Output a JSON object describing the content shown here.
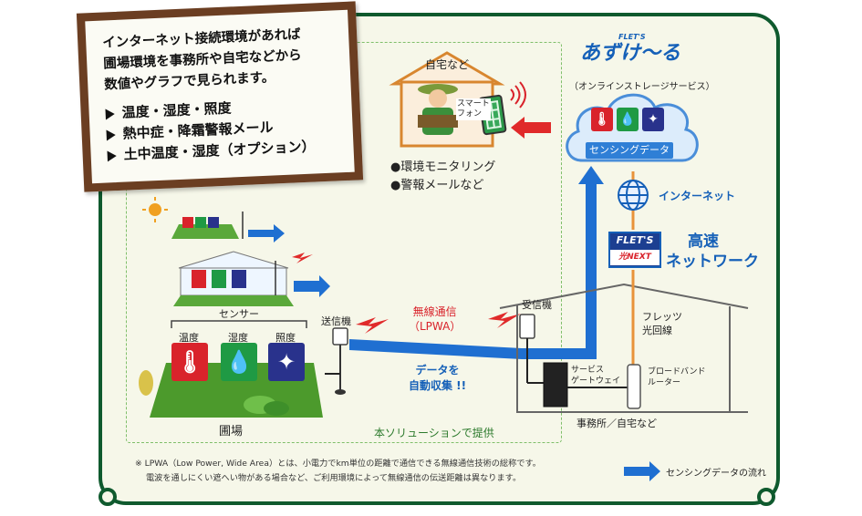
{
  "note": {
    "intro_lines": [
      "インターネット接続環境があれば",
      "圃場環境を事務所や自宅などから",
      "数値やグラフで見られます。"
    ],
    "bullets": [
      "温度・湿度・照度",
      "熱中症・降霜警報メール",
      "土中温度・湿度（オプション）"
    ]
  },
  "home": {
    "title": "自宅など",
    "phone_label": [
      "スマート",
      "フォン"
    ],
    "features": [
      "●環境モニタリング",
      "●警報メールなど"
    ]
  },
  "cloud": {
    "brand_small": "FLET'S",
    "brand": "あずけ～る",
    "subtitle": "（オンラインストレージサービス）",
    "caption": "センシングデータ"
  },
  "internet_label": "インターネット",
  "network": {
    "logo_top": "FLET'S",
    "logo_bottom": "光NEXT",
    "title_line1": "高速",
    "title_line2": "ネットワーク"
  },
  "office": {
    "receiver": "受信機",
    "fiber": [
      "フレッツ",
      "光回線"
    ],
    "gateway": [
      "サービス",
      "ゲートウェイ"
    ],
    "router": [
      "ブロードバンド",
      "ルーター"
    ],
    "caption": "事務所／自宅など"
  },
  "field": {
    "sensor_caption": "センサー",
    "sensors": [
      {
        "label": "温度",
        "icon": "thermometer-icon",
        "color": "#d9232b"
      },
      {
        "label": "湿度",
        "icon": "droplet-icon",
        "color": "#1f9a44"
      },
      {
        "label": "照度",
        "icon": "sparkle-icon",
        "color": "#29328c"
      }
    ],
    "transmitter": "送信機",
    "caption": "圃場"
  },
  "wireless": {
    "line1": "無線通信",
    "line2": "（LPWA）"
  },
  "auto_collect": {
    "line1": "データを",
    "line2": "自動収集 !!"
  },
  "solution": "本ソリューションで提供",
  "footnote": [
    "※ LPWA（Low Power, Wide Area）とは、小電力でkm単位の距離で通信できる無線通信技術の総称です。",
    "電波を通しにくい遮へい物がある場合など、ご利用環境によって無線通信の伝送距離は異なります。"
  ],
  "legend": "センシングデータの流れ",
  "colors": {
    "frame": "#0f5a2e",
    "flow": "#1f6fd1",
    "alert_arrow": "#e02a2a",
    "brand_blue": "#1560b8",
    "fiber": "#e8933a"
  }
}
